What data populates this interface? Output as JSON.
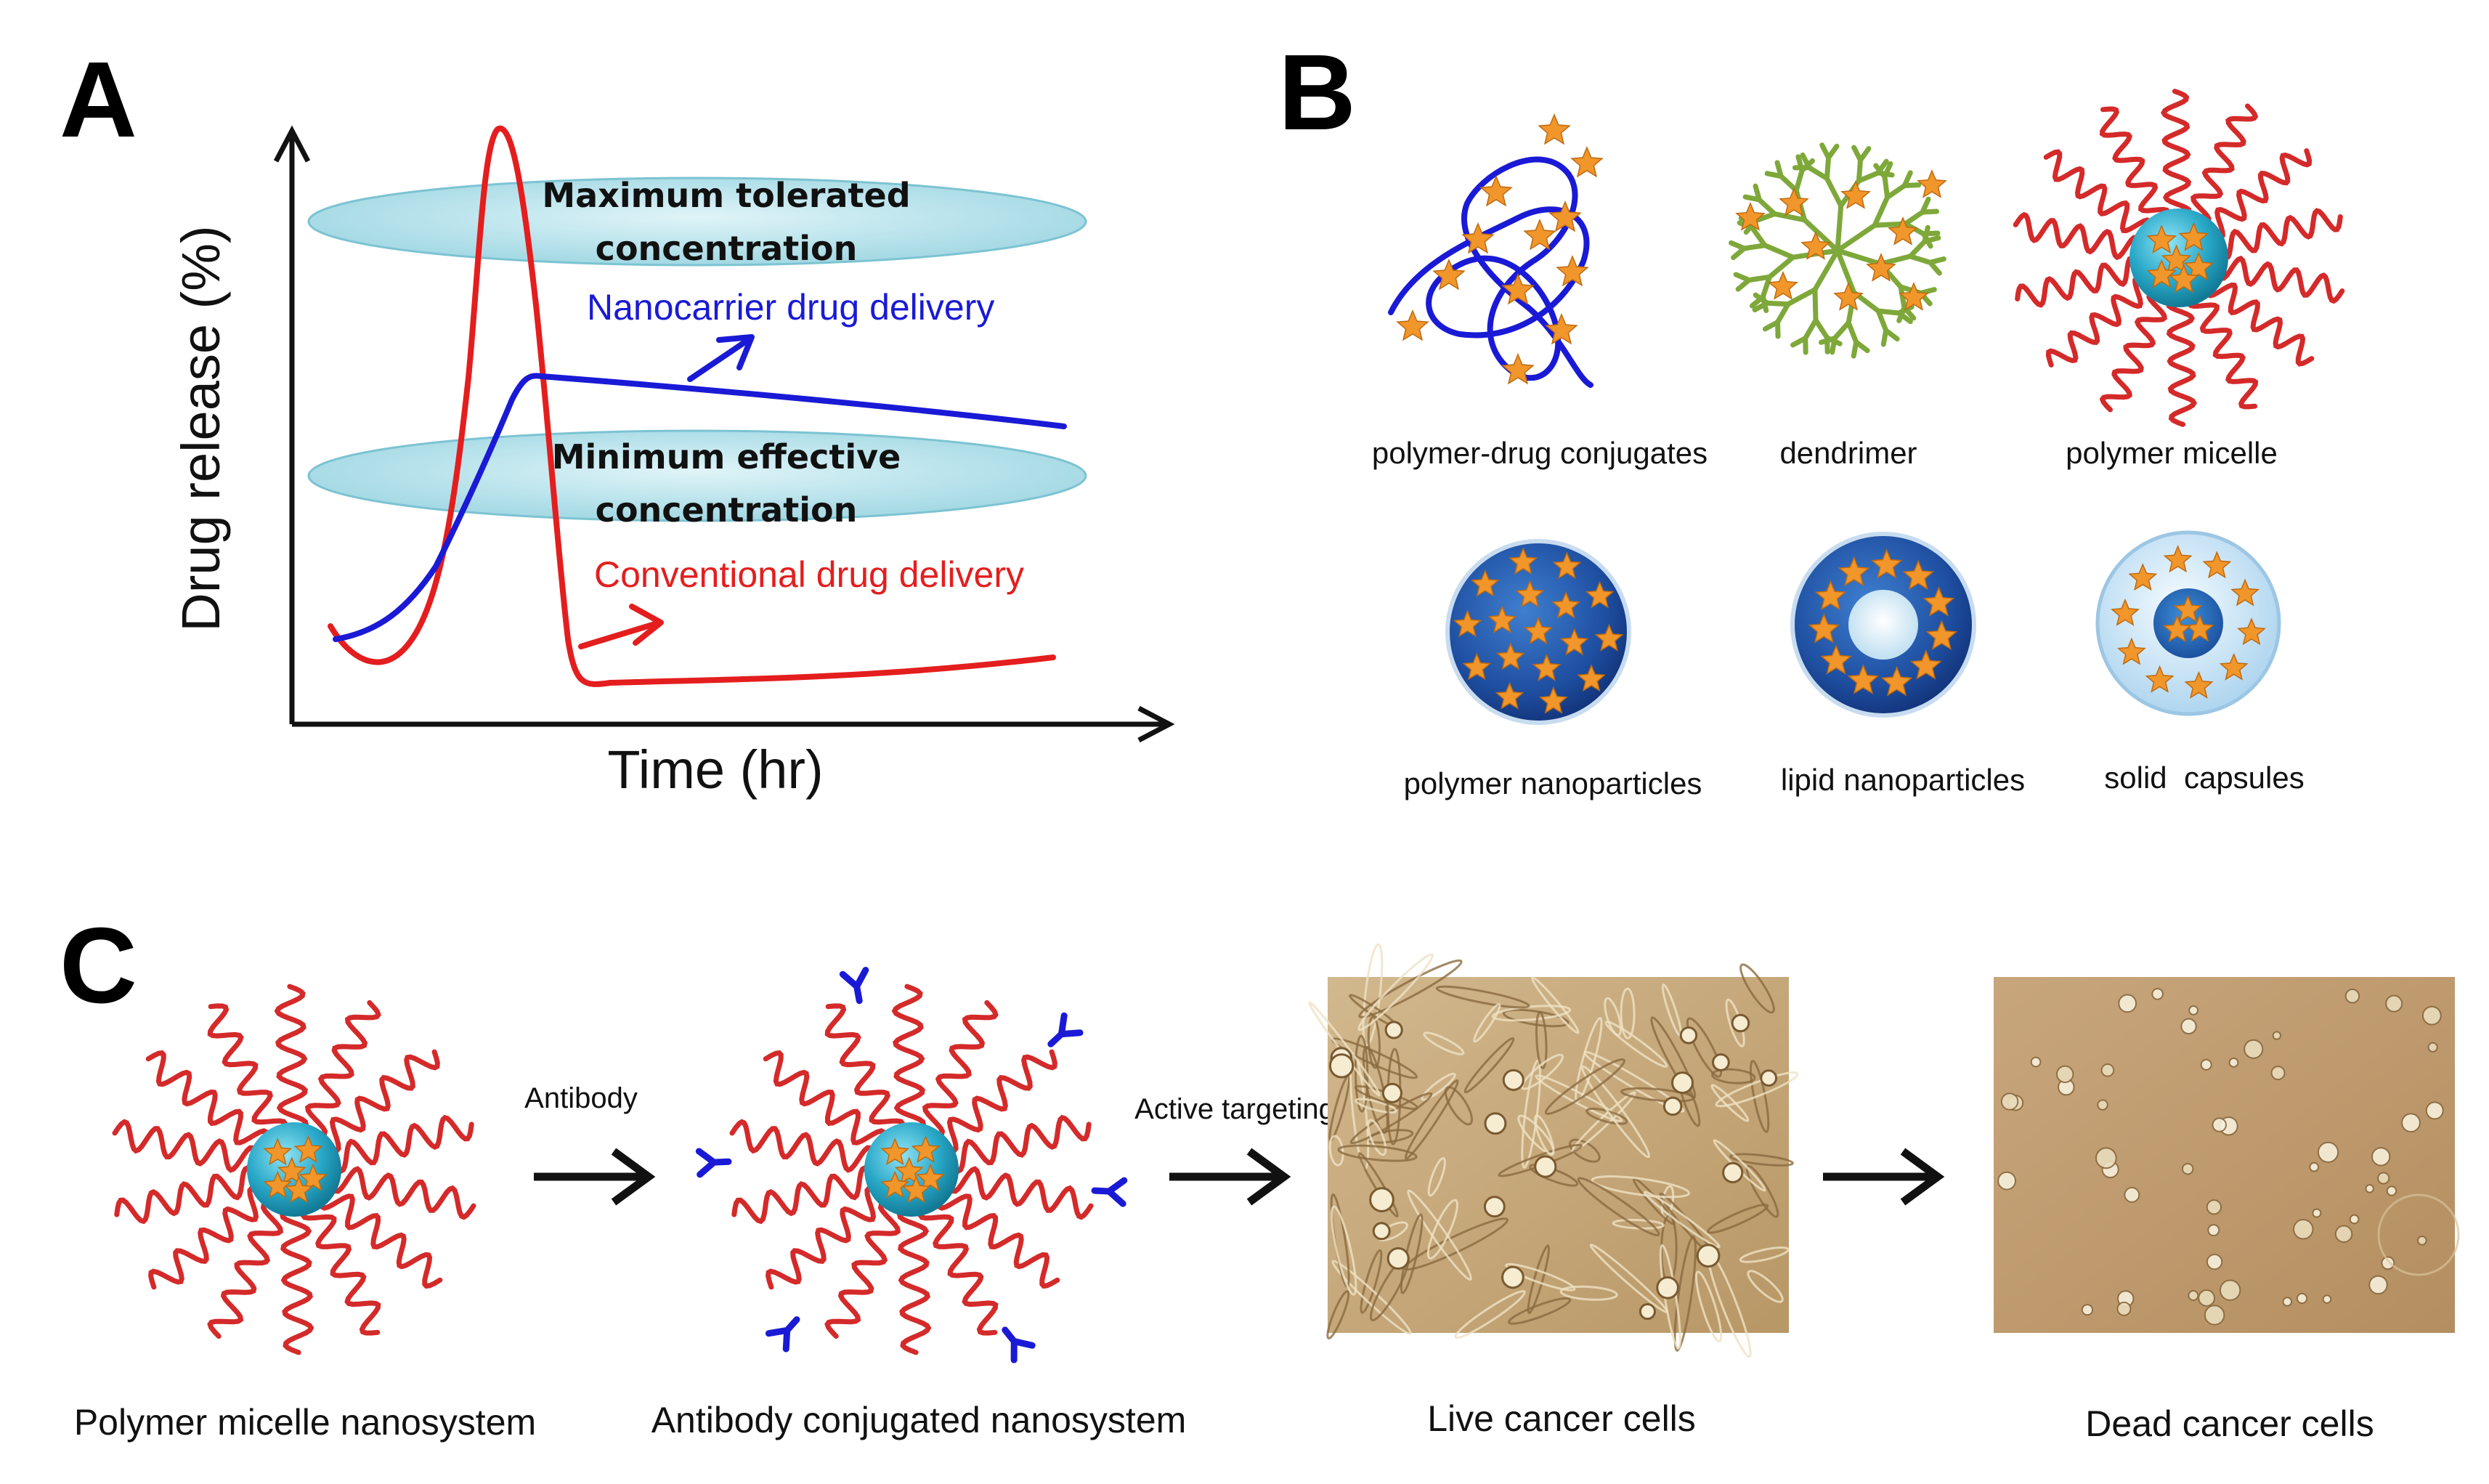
{
  "panel_a": {
    "letter": "A",
    "y_label": "Drug release (%)",
    "x_label": "Time (hr)",
    "band_max_line1": "Maximum tolerated",
    "band_max_line2": "concentration",
    "band_min_line1": "Minimum effective",
    "band_min_line2": "concentration",
    "nano_label": "Nanocarrier drug delivery",
    "conv_label": "Conventional drug delivery",
    "colors": {
      "nanocarrier": "#1a1ad6",
      "conventional": "#e41e1e",
      "band": "#a6dce6"
    }
  },
  "panel_b": {
    "letter": "B",
    "labels": {
      "conjugates": "polymer-drug conjugates",
      "dendrimer": "dendrimer",
      "micelle": "polymer micelle",
      "polymer_np": "polymer nanoparticles",
      "lipid_np": "lipid nanoparticles",
      "capsules": "solid  capsules"
    }
  },
  "panel_c": {
    "letter": "C",
    "antibody_label": "Antibody",
    "targeting_label": "Active targeting",
    "captions": {
      "micelle": "Polymer micelle nanosystem",
      "conjugated": "Antibody conjugated nanosystem",
      "live": "Live cancer cells",
      "dead": "Dead cancer cells"
    }
  },
  "colors": {
    "star": "#f0962a",
    "chain": "#d42a2a",
    "dendrimer": "#7ea83a",
    "core": "#29a8c8"
  }
}
